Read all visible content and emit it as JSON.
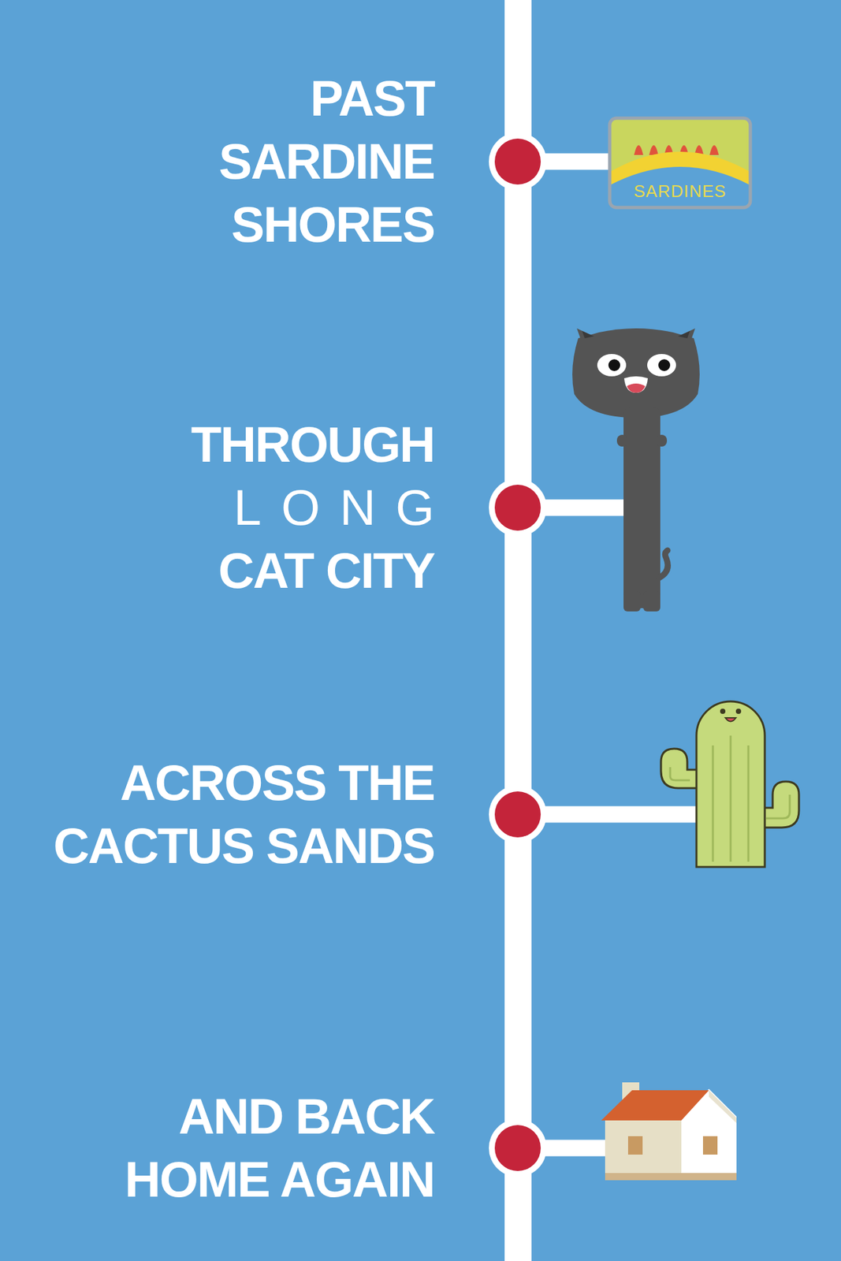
{
  "diagram": {
    "labels": [
      "PAST SARDINE SHORES",
      "THROUGH",
      "LONG",
      "CAT CITY",
      "ACROSS THE CACTUS SANDS",
      "AND BACK HOME AGAIN",
      "SARDINES"
    ]
  }
}
